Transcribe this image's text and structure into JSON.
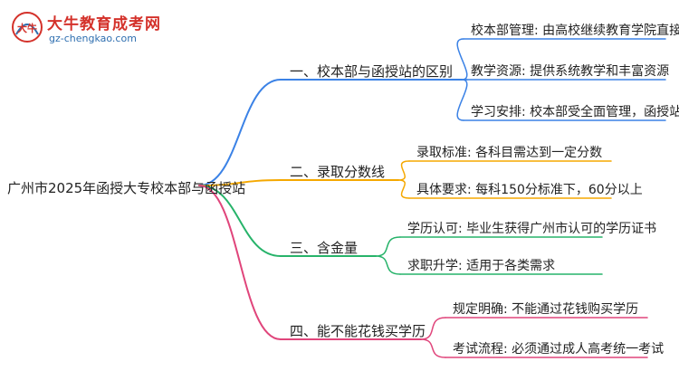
{
  "brand": {
    "name": "大牛教育成考网",
    "url": "gz-chengkao.com",
    "mark_char": "大牛"
  },
  "colors": {
    "blue": "#3b82e6",
    "orange": "#f5a800",
    "green": "#27b36a",
    "pink": "#e0457b"
  },
  "mindmap": {
    "root": "广州市2025年函授大专校本部与函授站",
    "branches": [
      {
        "label": "一、校本部与函授站的区别",
        "color_key": "blue",
        "children": [
          "校本部管理: 由高校继续教育学院直接管理",
          "教学资源: 提供系统教学和丰富资源",
          "学习安排: 校本部受全面管理，函授站灵活"
        ]
      },
      {
        "label": "二、录取分数线",
        "color_key": "orange",
        "children": [
          "录取标准: 各科目需达到一定分数",
          "具体要求: 每科150分标准下，60分以上"
        ]
      },
      {
        "label": "三、含金量",
        "color_key": "green",
        "children": [
          "学历认可: 毕业生获得广州市认可的学历证书",
          "求职升学: 适用于各类需求"
        ]
      },
      {
        "label": "四、能不能花钱买学历",
        "color_key": "pink",
        "children": [
          "规定明确: 不能通过花钱购买学历",
          "考试流程: 必须通过成人高考统一考试"
        ]
      }
    ]
  }
}
